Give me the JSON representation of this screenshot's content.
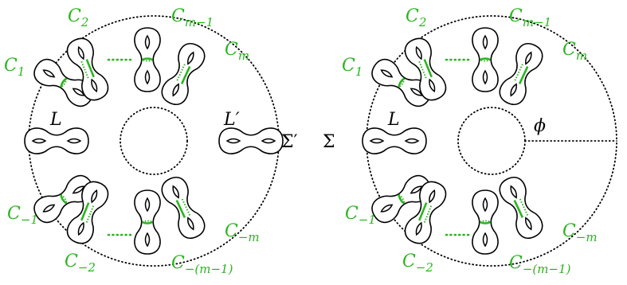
{
  "figures": [
    {
      "id": "left",
      "boundary_labels": {
        "left": "Σ",
        "right": "Σ′"
      },
      "inner_labels": {
        "left": "L",
        "right": "L′"
      },
      "curve_labels": [
        {
          "base": "C",
          "sub": "2"
        },
        {
          "base": "C",
          "sub": "m−1"
        },
        {
          "base": "C",
          "sub": "1"
        },
        {
          "base": "C",
          "sub": "m"
        },
        {
          "base": "C",
          "sub": "−1"
        },
        {
          "base": "C",
          "sub": "−m"
        },
        {
          "base": "C",
          "sub": "−2"
        },
        {
          "base": "C",
          "sub": "−(m−1)"
        }
      ]
    },
    {
      "id": "right",
      "boundary_labels": {
        "left": "Σ"
      },
      "inner_labels": {
        "left": "L",
        "angle": "ϕ"
      },
      "curve_labels": [
        {
          "base": "C",
          "sub": "2"
        },
        {
          "base": "C",
          "sub": "m−1"
        },
        {
          "base": "C",
          "sub": "1"
        },
        {
          "base": "C",
          "sub": "m"
        },
        {
          "base": "C",
          "sub": "−1"
        },
        {
          "base": "C",
          "sub": "−m"
        },
        {
          "base": "C",
          "sub": "−2"
        },
        {
          "base": "C",
          "sub": "−(m−1)"
        }
      ]
    }
  ],
  "colors": {
    "curve": "#2ab51e",
    "outline": "#000000"
  }
}
